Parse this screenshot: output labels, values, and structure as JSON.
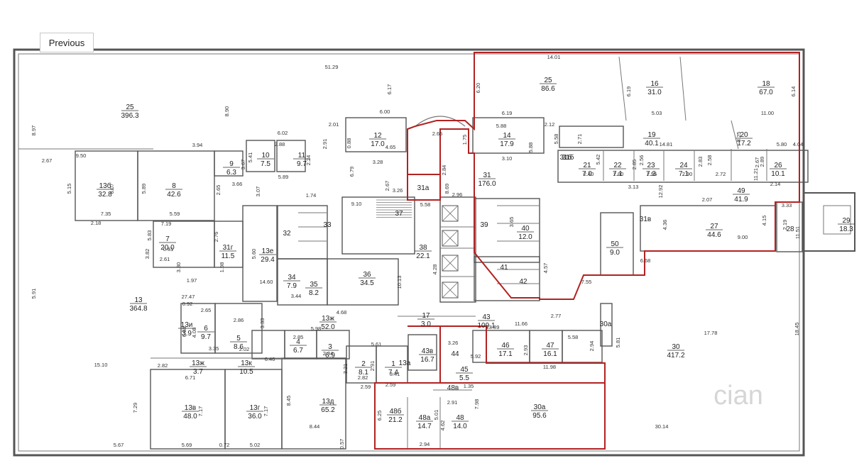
{
  "nav": {
    "previous_label": "Previous"
  },
  "colors": {
    "wall": "#555555",
    "thin": "#777777",
    "highlight": "#b22222",
    "background": "#ffffff"
  },
  "watermark": "cian",
  "rooms": [
    {
      "id": "r25_big",
      "num": "25",
      "area": "396.3"
    },
    {
      "id": "r25_top",
      "num": "25",
      "area": "86.6"
    },
    {
      "id": "r16",
      "num": "16",
      "area": "31.0"
    },
    {
      "id": "r18",
      "num": "18",
      "area": "67.0"
    },
    {
      "id": "r12",
      "num": "12",
      "area": "17.0"
    },
    {
      "id": "r14",
      "num": "14",
      "area": "17.9"
    },
    {
      "id": "r19",
      "num": "19",
      "area": "40.1"
    },
    {
      "id": "r20",
      "num": "20",
      "area": "17.2"
    },
    {
      "id": "r10",
      "num": "10",
      "area": "7.5"
    },
    {
      "id": "r11",
      "num": "11",
      "area": "9.7"
    },
    {
      "id": "r9",
      "num": "9",
      "area": "6.3"
    },
    {
      "id": "r13b",
      "num": "13б",
      "area": "32.8"
    },
    {
      "id": "r8",
      "num": "8",
      "area": "42.6"
    },
    {
      "id": "r31",
      "num": "31",
      "area": "176.0"
    },
    {
      "id": "r31a",
      "num": "31а",
      "area": ""
    },
    {
      "id": "r21",
      "num": "21",
      "area": "7.0"
    },
    {
      "id": "r22",
      "num": "22",
      "area": "7.1"
    },
    {
      "id": "r23",
      "num": "23",
      "area": "7.3"
    },
    {
      "id": "r24",
      "num": "24",
      "area": "7.1"
    },
    {
      "id": "r26",
      "num": "26",
      "area": "10.1"
    },
    {
      "id": "r49",
      "num": "49",
      "area": "41.9"
    },
    {
      "id": "r37",
      "num": "37",
      "area": ""
    },
    {
      "id": "r38",
      "num": "38",
      "area": "22.1"
    },
    {
      "id": "r33",
      "num": "33",
      "area": ""
    },
    {
      "id": "r32",
      "num": "32",
      "area": ""
    },
    {
      "id": "r39",
      "num": "39",
      "area": ""
    },
    {
      "id": "r40",
      "num": "40",
      "area": "12.0"
    },
    {
      "id": "r27",
      "num": "27",
      "area": "44.6"
    },
    {
      "id": "r28",
      "num": "28",
      "area": ""
    },
    {
      "id": "r29",
      "num": "29",
      "area": "18.3"
    },
    {
      "id": "r31v",
      "num": "31в",
      "area": ""
    },
    {
      "id": "r31b",
      "num": "31б",
      "area": ""
    },
    {
      "id": "r7",
      "num": "7",
      "area": "20.0"
    },
    {
      "id": "r31g",
      "num": "31г",
      "area": "11.5"
    },
    {
      "id": "r13e",
      "num": "13е",
      "area": "29.4"
    },
    {
      "id": "r34",
      "num": "34",
      "area": "7.9"
    },
    {
      "id": "r35",
      "num": "35",
      "area": "8.2"
    },
    {
      "id": "r36",
      "num": "36",
      "area": "34.5"
    },
    {
      "id": "r50",
      "num": "50",
      "area": "9.0"
    },
    {
      "id": "r41",
      "num": "41",
      "area": ""
    },
    {
      "id": "r42",
      "num": "42",
      "area": ""
    },
    {
      "id": "r13",
      "num": "13",
      "area": "364.8"
    },
    {
      "id": "r13zh",
      "num": "13ж",
      "area": "52.0"
    },
    {
      "id": "r43",
      "num": "43",
      "area": "109.1"
    },
    {
      "id": "r17",
      "num": "17",
      "area": "3.0"
    },
    {
      "id": "r13i",
      "num": "13и",
      "area": "3.9"
    },
    {
      "id": "r6",
      "num": "6",
      "area": "9.7"
    },
    {
      "id": "r5",
      "num": "5",
      "area": "8.6"
    },
    {
      "id": "r4",
      "num": "4",
      "area": "6.7"
    },
    {
      "id": "r3",
      "num": "3",
      "area": "6.9"
    },
    {
      "id": "r30",
      "num": "30",
      "area": "417.2"
    },
    {
      "id": "r46",
      "num": "46",
      "area": "17.1"
    },
    {
      "id": "r47",
      "num": "47",
      "area": "16.1"
    },
    {
      "id": "r43v",
      "num": "43в",
      "area": "16.7"
    },
    {
      "id": "r44",
      "num": "44",
      "area": ""
    },
    {
      "id": "r45",
      "num": "45",
      "area": "5.5"
    },
    {
      "id": "r2",
      "num": "2",
      "area": "8.1"
    },
    {
      "id": "r1",
      "num": "1",
      "area": "7.4"
    },
    {
      "id": "r13a_s",
      "num": "13а",
      "area": ""
    },
    {
      "id": "r13zh_s",
      "num": "13ж",
      "area": "3.7"
    },
    {
      "id": "r13k",
      "num": "13к",
      "area": "10.5"
    },
    {
      "id": "r30a_s",
      "num": "30а",
      "area": ""
    },
    {
      "id": "r48v",
      "num": "48в",
      "area": ""
    },
    {
      "id": "r48b",
      "num": "48б",
      "area": "21.2"
    },
    {
      "id": "r48a",
      "num": "48а",
      "area": "14.7"
    },
    {
      "id": "r48",
      "num": "48",
      "area": "14.0"
    },
    {
      "id": "r30a",
      "num": "30а",
      "area": "95.6"
    },
    {
      "id": "r13v",
      "num": "13в",
      "area": "48.0"
    },
    {
      "id": "r13g",
      "num": "13г",
      "area": "36.0"
    },
    {
      "id": "r13d",
      "num": "13д",
      "area": "65.2"
    },
    {
      "id": "r31sh",
      "num": "31б",
      "area": ""
    }
  ],
  "dims": [
    "51.29",
    "14.01",
    "6.20",
    "6.19",
    "6.14",
    "8.90",
    "6.17",
    "6.00",
    "5.03",
    "11.00",
    "8.97",
    "6.02",
    "2.01",
    "6.19",
    "5.88",
    "2.65",
    "1.75",
    "2.12",
    "5.58",
    "2.71",
    "14.81",
    "3.25",
    "4.04",
    "5.80",
    "3.94",
    "9.50",
    "0.88",
    "2.91",
    "4.65",
    "5.88",
    "3.10",
    "5.41",
    "2.88",
    "3.67",
    "2.24",
    "2.67",
    "5.15",
    "6.07",
    "5.89",
    "5.89",
    "6.79",
    "3.28",
    "5.42",
    "2.84",
    "2.40",
    "2.80",
    "2.85",
    "2.56",
    "2.55",
    "2.90",
    "2.83",
    "2.58",
    "2.72",
    "2.89",
    "2.67",
    "2.65",
    "3.66",
    "3.07",
    "2.67",
    "3.26",
    "8.69",
    "2.96",
    "3.13",
    "12.92",
    "2.07",
    "11.21",
    "2.14",
    "3.33",
    "1.74",
    "9.10",
    "5.58",
    "2.18",
    "7.35",
    "5.59",
    "7.19",
    "5.83",
    "2.76",
    "3.65",
    "4.36",
    "4.15",
    "2.19",
    "3.82",
    "0.61",
    "2.61",
    "3.30",
    "1.98",
    "1.97",
    "5.60",
    "9.00",
    "11.51",
    "4.28",
    "10.13",
    "4.57",
    "6.68",
    "14.60",
    "3.44",
    "7.55",
    "5.91",
    "27.47",
    "0.92",
    "2.65",
    "2.86",
    "3.33",
    "4.68",
    "13.89",
    "11.66",
    "2.77",
    "5.58",
    "6.68",
    "4.08",
    "3.35",
    "2.02",
    "6.46",
    "5.98",
    "2.85",
    "2.84",
    "5.61",
    "3.26",
    "2.93",
    "2.94",
    "5.81",
    "17.78",
    "18.45",
    "15.10",
    "2.82",
    "6.71",
    "2.91",
    "2.82",
    "3.41",
    "2.59",
    "5.92",
    "11.98",
    "1.35",
    "2.91",
    "6.25",
    "5.01",
    "4.62",
    "7.98",
    "7.29",
    "7.17",
    "7.17",
    "8.45",
    "8.44",
    "5.67",
    "5.69",
    "0.72",
    "5.02",
    "0.57",
    "2.94",
    "30.14",
    "3.21",
    "2.59"
  ]
}
